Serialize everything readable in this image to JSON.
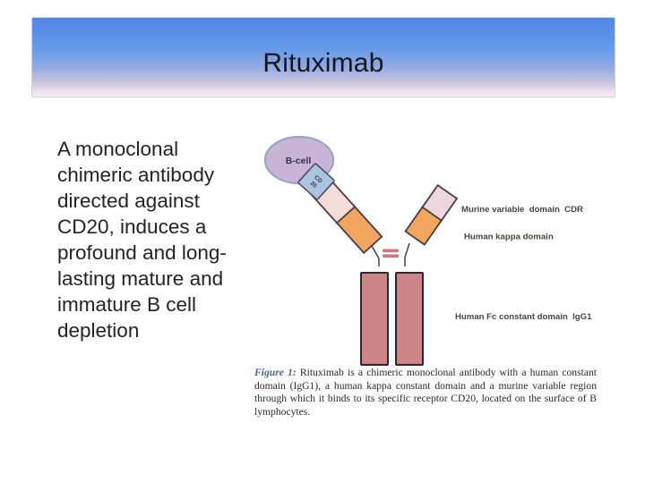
{
  "slide": {
    "title": "Rituximab",
    "body_lines": [
      "A monoclonal",
      "chimeric antibody",
      "directed against",
      "CD20, induces a",
      "profound and long-",
      "lasting mature and",
      "immature B cell",
      "depletion"
    ]
  },
  "diagram": {
    "bcell_label": "B-cell",
    "cd20_label_line1": "CD",
    "cd20_label_line2": "20",
    "murine_label": "Murine variable  domain  CDR",
    "kappa_label": "Human kappa domain",
    "fc_label": "Human Fc constant domain  IgG1"
  },
  "caption": {
    "label": "Figure 1:",
    "line1_rest": "Rituximab is a chimeric monoclonal antibody with a human constant",
    "line2": "domain (IgG1), a human kappa constant domain and a murine variable region",
    "line3": "through which it binds to its specific receptor CD20, located on the surface of B",
    "line4": "lymphocytes."
  },
  "colors": {
    "title_bar_top": "#4e86e6",
    "title_bar_bottom": "#f5ebf0",
    "bcell_fill": "#c9b4d8",
    "cd20_fill": "#abc5e1",
    "variable_domain_pink_left": "#f4dcd8",
    "variable_domain_pink_right": "#eed6de",
    "kappa_domain_orange": "#f2a55e",
    "fc_domain_rose": "#cd8687",
    "disulfide_bond": "#c8797d",
    "caption_label_blue": "#45688f"
  }
}
